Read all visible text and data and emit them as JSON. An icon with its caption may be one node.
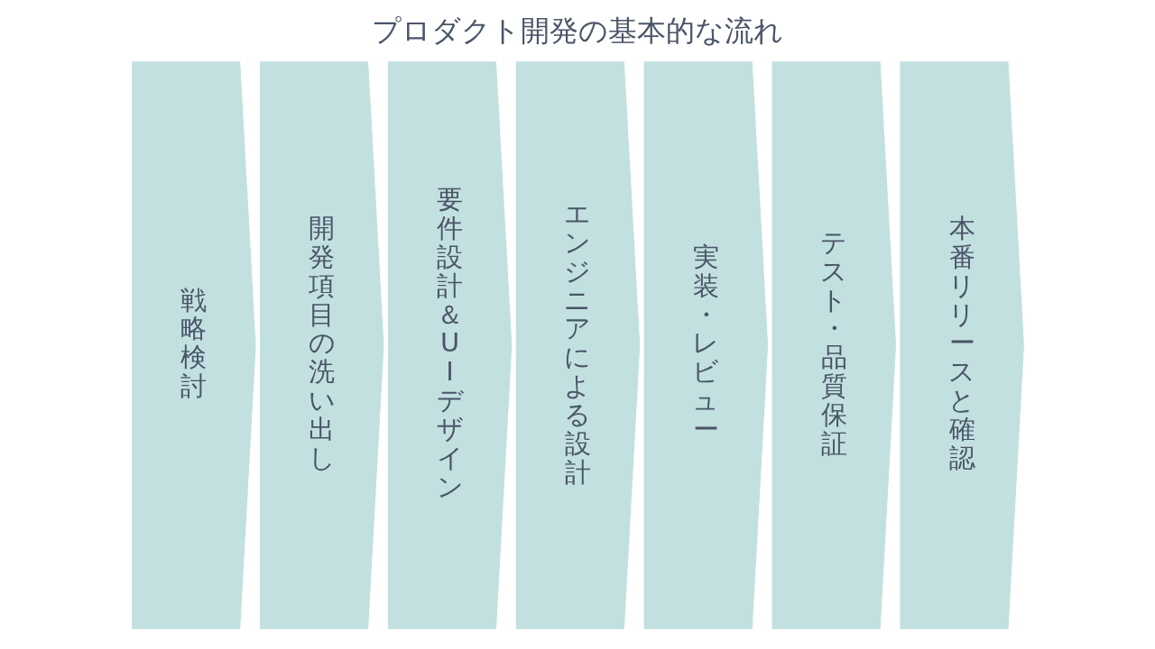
{
  "diagram": {
    "title": "プロダクト開発の基本的な流れ",
    "nodes": [
      {
        "text": [
          "戦略検討"
        ]
      },
      {
        "text": [
          "開発項目の洗い出し"
        ]
      },
      {
        "text": [
          "要件設計＆UIデザイン"
        ]
      },
      {
        "text": [
          "エンジニアによる設計"
        ]
      },
      {
        "text": [
          "実装・レビュー"
        ]
      },
      {
        "text": [
          "テスト・品質保証"
        ]
      },
      {
        "text": [
          "本番リリースと確認"
        ]
      }
    ],
    "edges": []
  }
}
